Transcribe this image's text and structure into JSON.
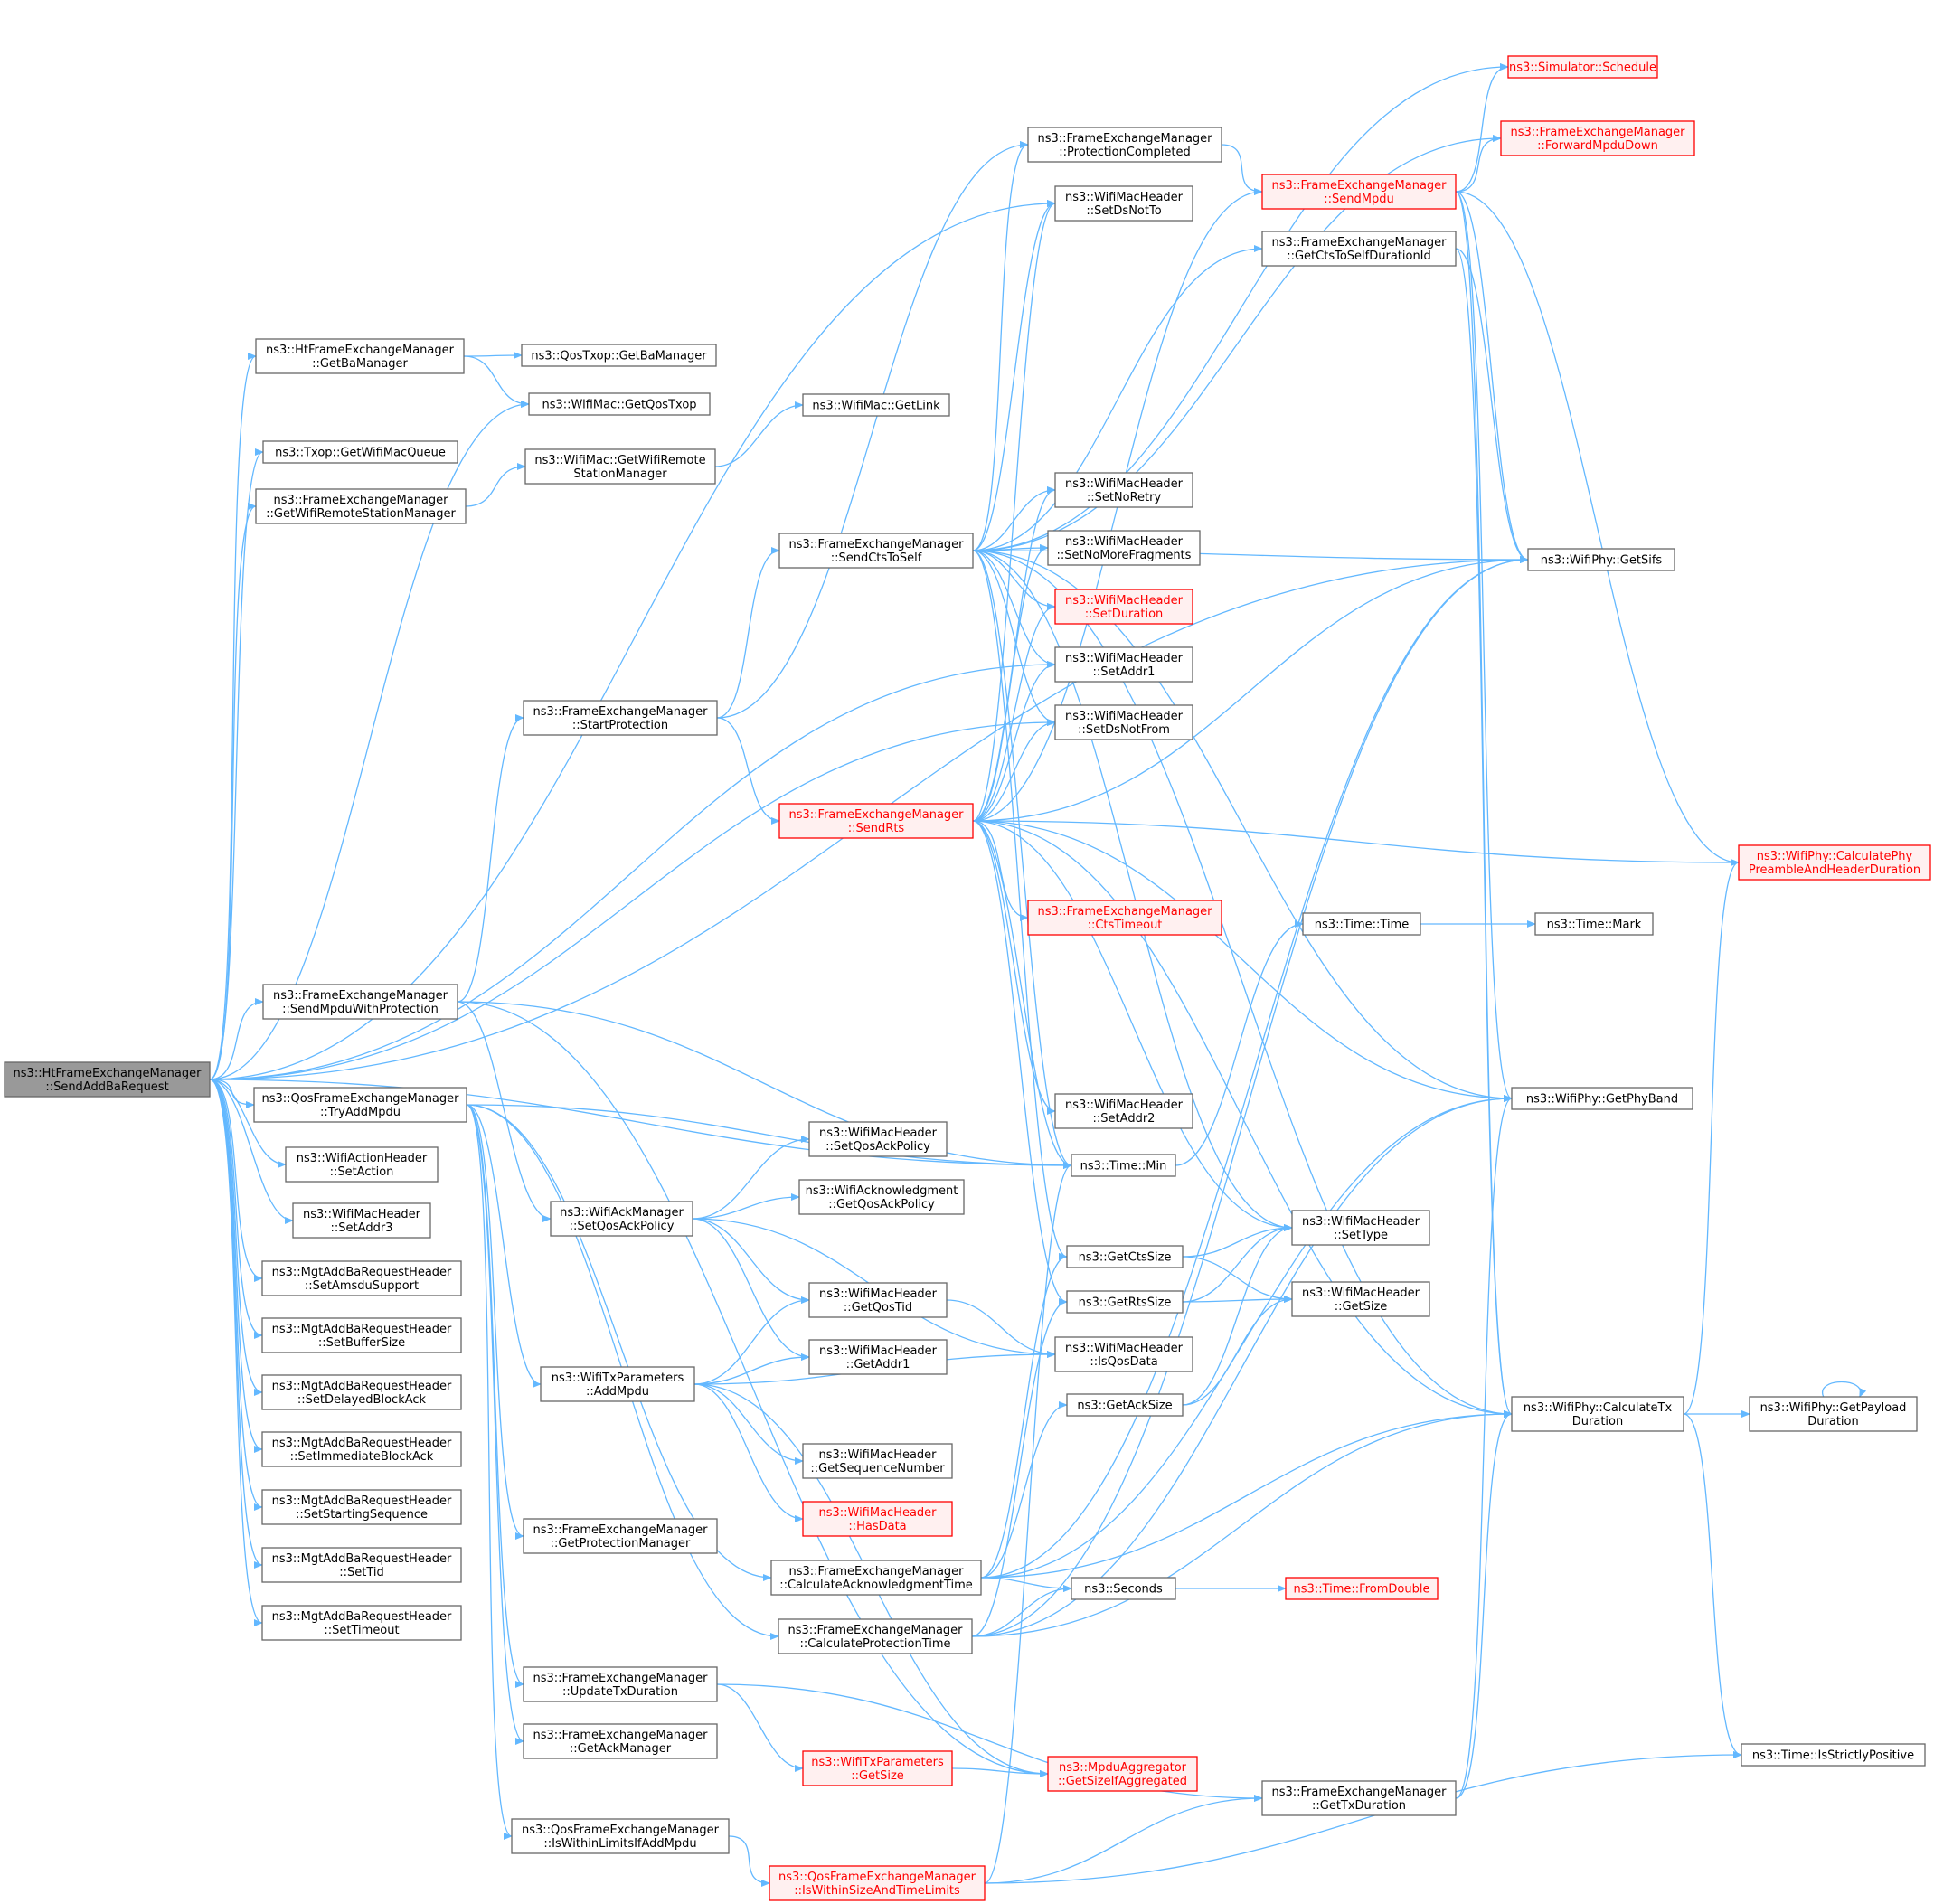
{
  "colors": {
    "edge": "#63b8ff",
    "normal_border": "#666666",
    "normal_fill": "#ffffff",
    "normal_text": "#000000",
    "red_border": "#ff0000",
    "red_fill": "#fff0f0",
    "red_text": "#ff0000",
    "root_border": "#666666",
    "root_fill": "#999999",
    "root_text": "#000000"
  },
  "nodes": [
    {
      "id": "root",
      "lines": [
        "ns3::HtFrameExchangeManager",
        "::SendAddBaRequest"
      ],
      "style": "root"
    },
    {
      "id": "htGetBaMgr",
      "lines": [
        "ns3::HtFrameExchangeManager",
        "::GetBaManager"
      ],
      "style": "normal"
    },
    {
      "id": "qosTxopGetBaMgr",
      "lines": [
        "ns3::QosTxop::GetBaManager"
      ],
      "style": "normal"
    },
    {
      "id": "wifiMacGetQosTxop",
      "lines": [
        "ns3::WifiMac::GetQosTxop"
      ],
      "style": "normal"
    },
    {
      "id": "txopGetWifiMacQueue",
      "lines": [
        "ns3::Txop::GetWifiMacQueue"
      ],
      "style": "normal"
    },
    {
      "id": "femGetWifiRSM",
      "lines": [
        "ns3::FrameExchangeManager",
        "::GetWifiRemoteStationManager"
      ],
      "style": "normal"
    },
    {
      "id": "wifiMacGetWifiRSM",
      "lines": [
        "ns3::WifiMac::GetWifiRemote",
        "StationManager"
      ],
      "style": "normal"
    },
    {
      "id": "wifiMacGetLink",
      "lines": [
        "ns3::WifiMac::GetLink"
      ],
      "style": "normal"
    },
    {
      "id": "femSendMpduWithProt",
      "lines": [
        "ns3::FrameExchangeManager",
        "::SendMpduWithProtection"
      ],
      "style": "normal"
    },
    {
      "id": "qosTryAddMpdu",
      "lines": [
        "ns3::QosFrameExchangeManager",
        "::TryAddMpdu"
      ],
      "style": "normal"
    },
    {
      "id": "actSetAction",
      "lines": [
        "ns3::WifiActionHeader",
        "::SetAction"
      ],
      "style": "normal"
    },
    {
      "id": "hdrSetAddr3",
      "lines": [
        "ns3::WifiMacHeader",
        "::SetAddr3"
      ],
      "style": "normal"
    },
    {
      "id": "mgtSetAmsdu",
      "lines": [
        "ns3::MgtAddBaRequestHeader",
        "::SetAmsduSupport"
      ],
      "style": "normal"
    },
    {
      "id": "mgtSetBuffer",
      "lines": [
        "ns3::MgtAddBaRequestHeader",
        "::SetBufferSize"
      ],
      "style": "normal"
    },
    {
      "id": "mgtSetDelayed",
      "lines": [
        "ns3::MgtAddBaRequestHeader",
        "::SetDelayedBlockAck"
      ],
      "style": "normal"
    },
    {
      "id": "mgtSetImmediate",
      "lines": [
        "ns3::MgtAddBaRequestHeader",
        "::SetImmediateBlockAck"
      ],
      "style": "normal"
    },
    {
      "id": "mgtSetStarting",
      "lines": [
        "ns3::MgtAddBaRequestHeader",
        "::SetStartingSequence"
      ],
      "style": "normal"
    },
    {
      "id": "mgtSetTid",
      "lines": [
        "ns3::MgtAddBaRequestHeader",
        "::SetTid"
      ],
      "style": "normal"
    },
    {
      "id": "mgtSetTimeout",
      "lines": [
        "ns3::MgtAddBaRequestHeader",
        "::SetTimeout"
      ],
      "style": "normal"
    },
    {
      "id": "femStartProt",
      "lines": [
        "ns3::FrameExchangeManager",
        "::StartProtection"
      ],
      "style": "normal"
    },
    {
      "id": "femSendCtsToSelf",
      "lines": [
        "ns3::FrameExchangeManager",
        "::SendCtsToSelf"
      ],
      "style": "normal"
    },
    {
      "id": "femSendRts",
      "lines": [
        "ns3::FrameExchangeManager",
        "::SendRts"
      ],
      "style": "red"
    },
    {
      "id": "ackSetQosAckPolicy",
      "lines": [
        "ns3::WifiAckManager",
        "::SetQosAckPolicy"
      ],
      "style": "normal"
    },
    {
      "id": "hdrSetQosAckPolicy",
      "lines": [
        "ns3::WifiMacHeader",
        "::SetQosAckPolicy"
      ],
      "style": "normal"
    },
    {
      "id": "ackGetQosAckPolicy",
      "lines": [
        "ns3::WifiAcknowledgment",
        "::GetQosAckPolicy"
      ],
      "style": "normal"
    },
    {
      "id": "hdrGetQosTid",
      "lines": [
        "ns3::WifiMacHeader",
        "::GetQosTid"
      ],
      "style": "normal"
    },
    {
      "id": "hdrGetAddr1",
      "lines": [
        "ns3::WifiMacHeader",
        "::GetAddr1"
      ],
      "style": "normal"
    },
    {
      "id": "txpAddMpdu",
      "lines": [
        "ns3::WifiTxParameters",
        "::AddMpdu"
      ],
      "style": "normal"
    },
    {
      "id": "hdrGetSeq",
      "lines": [
        "ns3::WifiMacHeader",
        "::GetSequenceNumber"
      ],
      "style": "normal"
    },
    {
      "id": "hdrHasData",
      "lines": [
        "ns3::WifiMacHeader",
        "::HasData"
      ],
      "style": "red"
    },
    {
      "id": "femGetProtMgr",
      "lines": [
        "ns3::FrameExchangeManager",
        "::GetProtectionManager"
      ],
      "style": "normal"
    },
    {
      "id": "femCalcAckTime",
      "lines": [
        "ns3::FrameExchangeManager",
        "::CalculateAcknowledgmentTime"
      ],
      "style": "normal"
    },
    {
      "id": "femCalcProtTime",
      "lines": [
        "ns3::FrameExchangeManager",
        "::CalculateProtectionTime"
      ],
      "style": "normal"
    },
    {
      "id": "femUpdateTxDur",
      "lines": [
        "ns3::FrameExchangeManager",
        "::UpdateTxDuration"
      ],
      "style": "normal"
    },
    {
      "id": "femGetAckMgr",
      "lines": [
        "ns3::FrameExchangeManager",
        "::GetAckManager"
      ],
      "style": "normal"
    },
    {
      "id": "txpGetSize",
      "lines": [
        "ns3::WifiTxParameters",
        "::GetSize"
      ],
      "style": "red"
    },
    {
      "id": "mpduGetSizeIfAgg",
      "lines": [
        "ns3::MpduAggregator",
        "::GetSizeIfAggregated"
      ],
      "style": "red"
    },
    {
      "id": "qosIsWithinLimits",
      "lines": [
        "ns3::QosFrameExchangeManager",
        "::IsWithinLimitsIfAddMpdu"
      ],
      "style": "normal"
    },
    {
      "id": "qosIsWithinSizeTime",
      "lines": [
        "ns3::QosFrameExchangeManager",
        "::IsWithinSizeAndTimeLimits"
      ],
      "style": "red"
    },
    {
      "id": "femProtCompleted",
      "lines": [
        "ns3::FrameExchangeManager",
        "::ProtectionCompleted"
      ],
      "style": "normal"
    },
    {
      "id": "hdrSetDsNotTo",
      "lines": [
        "ns3::WifiMacHeader",
        "::SetDsNotTo"
      ],
      "style": "normal"
    },
    {
      "id": "hdrSetNoRetry",
      "lines": [
        "ns3::WifiMacHeader",
        "::SetNoRetry"
      ],
      "style": "normal"
    },
    {
      "id": "hdrSetNoMoreFrag",
      "lines": [
        "ns3::WifiMacHeader",
        "::SetNoMoreFragments"
      ],
      "style": "normal"
    },
    {
      "id": "hdrSetDuration",
      "lines": [
        "ns3::WifiMacHeader",
        "::SetDuration"
      ],
      "style": "red"
    },
    {
      "id": "hdrSetAddr1",
      "lines": [
        "ns3::WifiMacHeader",
        "::SetAddr1"
      ],
      "style": "normal"
    },
    {
      "id": "hdrSetDsNotFrom",
      "lines": [
        "ns3::WifiMacHeader",
        "::SetDsNotFrom"
      ],
      "style": "normal"
    },
    {
      "id": "femCtsTimeout",
      "lines": [
        "ns3::FrameExchangeManager",
        "::CtsTimeout"
      ],
      "style": "red"
    },
    {
      "id": "hdrSetAddr2",
      "lines": [
        "ns3::WifiMacHeader",
        "::SetAddr2"
      ],
      "style": "normal"
    },
    {
      "id": "timeMin",
      "lines": [
        "ns3::Time::Min"
      ],
      "style": "normal"
    },
    {
      "id": "getCtsSize",
      "lines": [
        "ns3::GetCtsSize"
      ],
      "style": "normal"
    },
    {
      "id": "getRtsSize",
      "lines": [
        "ns3::GetRtsSize"
      ],
      "style": "normal"
    },
    {
      "id": "hdrIsQosData",
      "lines": [
        "ns3::WifiMacHeader",
        "::IsQosData"
      ],
      "style": "normal"
    },
    {
      "id": "getAckSize",
      "lines": [
        "ns3::GetAckSize"
      ],
      "style": "normal"
    },
    {
      "id": "seconds",
      "lines": [
        "ns3::Seconds"
      ],
      "style": "normal"
    },
    {
      "id": "femGetTxDur",
      "lines": [
        "ns3::FrameExchangeManager",
        "::GetTxDuration"
      ],
      "style": "normal"
    },
    {
      "id": "femSendMpdu",
      "lines": [
        "ns3::FrameExchangeManager",
        "::SendMpdu"
      ],
      "style": "red"
    },
    {
      "id": "femGetCtsToSelfDur",
      "lines": [
        "ns3::FrameExchangeManager",
        "::GetCtsToSelfDurationId"
      ],
      "style": "normal"
    },
    {
      "id": "timeTime",
      "lines": [
        "ns3::Time::Time"
      ],
      "style": "normal"
    },
    {
      "id": "hdrSetType",
      "lines": [
        "ns3::WifiMacHeader",
        "::SetType"
      ],
      "style": "normal"
    },
    {
      "id": "hdrGetSize",
      "lines": [
        "ns3::WifiMacHeader",
        "::GetSize"
      ],
      "style": "normal"
    },
    {
      "id": "timeFromDouble",
      "lines": [
        "ns3::Time::FromDouble"
      ],
      "style": "red"
    },
    {
      "id": "simSchedule",
      "lines": [
        "ns3::Simulator::Schedule"
      ],
      "style": "red"
    },
    {
      "id": "femForwardMpduDown",
      "lines": [
        "ns3::FrameExchangeManager",
        "::ForwardMpduDown"
      ],
      "style": "red"
    },
    {
      "id": "phyGetSifs",
      "lines": [
        "ns3::WifiPhy::GetSifs"
      ],
      "style": "normal"
    },
    {
      "id": "phyCalcPreamble",
      "lines": [
        "ns3::WifiPhy::CalculatePhy",
        "PreambleAndHeaderDuration"
      ],
      "style": "red"
    },
    {
      "id": "timeMark",
      "lines": [
        "ns3::Time::Mark"
      ],
      "style": "normal"
    },
    {
      "id": "phyGetPhyBand",
      "lines": [
        "ns3::WifiPhy::GetPhyBand"
      ],
      "style": "normal"
    },
    {
      "id": "phyCalcTxDur",
      "lines": [
        "ns3::WifiPhy::CalculateTx",
        "Duration"
      ],
      "style": "normal"
    },
    {
      "id": "phyGetPayloadDur",
      "lines": [
        "ns3::WifiPhy::GetPayload",
        "Duration"
      ],
      "style": "normal"
    },
    {
      "id": "timeIsStrictlyPos",
      "lines": [
        "ns3::Time::IsStrictlyPositive"
      ],
      "style": "normal"
    }
  ],
  "edges": [
    [
      "root",
      "htGetBaMgr"
    ],
    [
      "root",
      "wifiMacGetQosTxop"
    ],
    [
      "root",
      "txopGetWifiMacQueue"
    ],
    [
      "root",
      "femGetWifiRSM"
    ],
    [
      "root",
      "femSendMpduWithProt"
    ],
    [
      "root",
      "qosTryAddMpdu"
    ],
    [
      "root",
      "actSetAction"
    ],
    [
      "root",
      "hdrSetAddr3"
    ],
    [
      "root",
      "mgtSetAmsdu"
    ],
    [
      "root",
      "mgtSetBuffer"
    ],
    [
      "root",
      "mgtSetDelayed"
    ],
    [
      "root",
      "mgtSetImmediate"
    ],
    [
      "root",
      "mgtSetStarting"
    ],
    [
      "root",
      "mgtSetTid"
    ],
    [
      "root",
      "mgtSetTimeout"
    ],
    [
      "root",
      "hdrSetAddr1"
    ],
    [
      "root",
      "hdrSetDsNotFrom"
    ],
    [
      "root",
      "hdrSetDsNotTo"
    ],
    [
      "root",
      "timeMin"
    ],
    [
      "root",
      "phyGetSifs"
    ],
    [
      "htGetBaMgr",
      "qosTxopGetBaMgr"
    ],
    [
      "htGetBaMgr",
      "wifiMacGetQosTxop"
    ],
    [
      "femGetWifiRSM",
      "wifiMacGetWifiRSM"
    ],
    [
      "wifiMacGetWifiRSM",
      "wifiMacGetLink"
    ],
    [
      "femSendMpduWithProt",
      "femStartProt"
    ],
    [
      "femSendMpduWithProt",
      "ackSetQosAckPolicy"
    ],
    [
      "femSendMpduWithProt",
      "timeMin"
    ],
    [
      "femSendMpduWithProt",
      "mpduGetSizeIfAgg"
    ],
    [
      "femStartProt",
      "femSendCtsToSelf"
    ],
    [
      "femStartProt",
      "femSendRts"
    ],
    [
      "femStartProt",
      "femProtCompleted"
    ],
    [
      "femSendCtsToSelf",
      "femProtCompleted"
    ],
    [
      "femSendCtsToSelf",
      "hdrSetDsNotTo"
    ],
    [
      "femSendCtsToSelf",
      "hdrSetNoRetry"
    ],
    [
      "femSendCtsToSelf",
      "hdrSetNoMoreFrag"
    ],
    [
      "femSendCtsToSelf",
      "hdrSetDuration"
    ],
    [
      "femSendCtsToSelf",
      "hdrSetAddr1"
    ],
    [
      "femSendCtsToSelf",
      "hdrSetDsNotFrom"
    ],
    [
      "femSendCtsToSelf",
      "femGetCtsToSelfDur"
    ],
    [
      "femSendCtsToSelf",
      "simSchedule"
    ],
    [
      "femSendCtsToSelf",
      "femForwardMpduDown"
    ],
    [
      "femSendCtsToSelf",
      "phyGetSifs"
    ],
    [
      "femSendCtsToSelf",
      "hdrSetType"
    ],
    [
      "femSendCtsToSelf",
      "getCtsSize"
    ],
    [
      "femSendCtsToSelf",
      "phyCalcTxDur"
    ],
    [
      "femSendCtsToSelf",
      "phyGetPhyBand"
    ],
    [
      "femSendCtsToSelf",
      "timeMin"
    ],
    [
      "femSendRts",
      "hdrSetDsNotTo"
    ],
    [
      "femSendRts",
      "hdrSetNoRetry"
    ],
    [
      "femSendRts",
      "hdrSetNoMoreFrag"
    ],
    [
      "femSendRts",
      "hdrSetDuration"
    ],
    [
      "femSendRts",
      "hdrSetAddr1"
    ],
    [
      "femSendRts",
      "hdrSetDsNotFrom"
    ],
    [
      "femSendRts",
      "femCtsTimeout"
    ],
    [
      "femSendRts",
      "hdrSetAddr2"
    ],
    [
      "femSendRts",
      "timeMin"
    ],
    [
      "femSendRts",
      "getRtsSize"
    ],
    [
      "femSendRts",
      "hdrSetType"
    ],
    [
      "femSendRts",
      "phyCalcPreamble"
    ],
    [
      "femSendRts",
      "phyGetSifs"
    ],
    [
      "femSendRts",
      "phyGetPhyBand"
    ],
    [
      "femSendRts",
      "phyCalcTxDur"
    ],
    [
      "femSendRts",
      "femSendMpdu"
    ],
    [
      "qosTryAddMpdu",
      "txpAddMpdu"
    ],
    [
      "qosTryAddMpdu",
      "femGetProtMgr"
    ],
    [
      "qosTryAddMpdu",
      "femCalcAckTime"
    ],
    [
      "qosTryAddMpdu",
      "femCalcProtTime"
    ],
    [
      "qosTryAddMpdu",
      "femUpdateTxDur"
    ],
    [
      "qosTryAddMpdu",
      "femGetAckMgr"
    ],
    [
      "qosTryAddMpdu",
      "qosIsWithinLimits"
    ],
    [
      "qosTryAddMpdu",
      "timeMin"
    ],
    [
      "ackSetQosAckPolicy",
      "hdrSetQosAckPolicy"
    ],
    [
      "ackSetQosAckPolicy",
      "ackGetQosAckPolicy"
    ],
    [
      "ackSetQosAckPolicy",
      "hdrGetQosTid"
    ],
    [
      "ackSetQosAckPolicy",
      "hdrGetAddr1"
    ],
    [
      "ackSetQosAckPolicy",
      "hdrIsQosData"
    ],
    [
      "txpAddMpdu",
      "hdrGetQosTid"
    ],
    [
      "txpAddMpdu",
      "hdrGetAddr1"
    ],
    [
      "txpAddMpdu",
      "hdrIsQosData"
    ],
    [
      "txpAddMpdu",
      "hdrGetSeq"
    ],
    [
      "txpAddMpdu",
      "hdrHasData"
    ],
    [
      "txpAddMpdu",
      "mpduGetSizeIfAgg"
    ],
    [
      "hdrGetQosTid",
      "hdrIsQosData"
    ],
    [
      "femCalcAckTime",
      "getAckSize"
    ],
    [
      "femCalcAckTime",
      "seconds"
    ],
    [
      "femCalcAckTime",
      "phyCalcTxDur"
    ],
    [
      "femCalcAckTime",
      "phyGetPhyBand"
    ],
    [
      "femCalcAckTime",
      "phyGetSifs"
    ],
    [
      "femCalcAckTime",
      "getCtsSize"
    ],
    [
      "femCalcProtTime",
      "getRtsSize"
    ],
    [
      "femCalcProtTime",
      "seconds"
    ],
    [
      "femCalcProtTime",
      "phyCalcTxDur"
    ],
    [
      "femCalcProtTime",
      "phyGetPhyBand"
    ],
    [
      "femCalcProtTime",
      "phyGetSifs"
    ],
    [
      "femUpdateTxDur",
      "txpGetSize"
    ],
    [
      "femUpdateTxDur",
      "femGetTxDur"
    ],
    [
      "txpGetSize",
      "mpduGetSizeIfAgg"
    ],
    [
      "qosIsWithinLimits",
      "qosIsWithinSizeTime"
    ],
    [
      "qosIsWithinSizeTime",
      "femGetTxDur"
    ],
    [
      "qosIsWithinSizeTime",
      "timeIsStrictlyPos"
    ],
    [
      "qosIsWithinSizeTime",
      "timeMin"
    ],
    [
      "femProtCompleted",
      "femSendMpdu"
    ],
    [
      "femSendMpdu",
      "simSchedule"
    ],
    [
      "femSendMpdu",
      "femForwardMpduDown"
    ],
    [
      "femSendMpdu",
      "phyCalcPreamble"
    ],
    [
      "femSendMpdu",
      "phyGetSifs"
    ],
    [
      "femSendMpdu",
      "phyGetPhyBand"
    ],
    [
      "femSendMpdu",
      "phyCalcTxDur"
    ],
    [
      "femGetCtsToSelfDur",
      "phyGetSifs"
    ],
    [
      "femGetCtsToSelfDur",
      "phyCalcTxDur"
    ],
    [
      "timeMin",
      "timeTime"
    ],
    [
      "timeTime",
      "timeMark"
    ],
    [
      "getCtsSize",
      "hdrSetType"
    ],
    [
      "getCtsSize",
      "hdrGetSize"
    ],
    [
      "getRtsSize",
      "hdrSetType"
    ],
    [
      "getRtsSize",
      "hdrGetSize"
    ],
    [
      "getAckSize",
      "hdrSetType"
    ],
    [
      "getAckSize",
      "hdrGetSize"
    ],
    [
      "seconds",
      "timeFromDouble"
    ],
    [
      "femGetTxDur",
      "phyCalcTxDur"
    ],
    [
      "femGetTxDur",
      "phyGetPhyBand"
    ],
    [
      "phyCalcTxDur",
      "phyGetPayloadDur"
    ],
    [
      "phyCalcTxDur",
      "phyCalcPreamble"
    ],
    [
      "phyCalcTxDur",
      "timeIsStrictlyPos"
    ],
    [
      "phyGetPayloadDur",
      "phyGetPayloadDur"
    ]
  ]
}
